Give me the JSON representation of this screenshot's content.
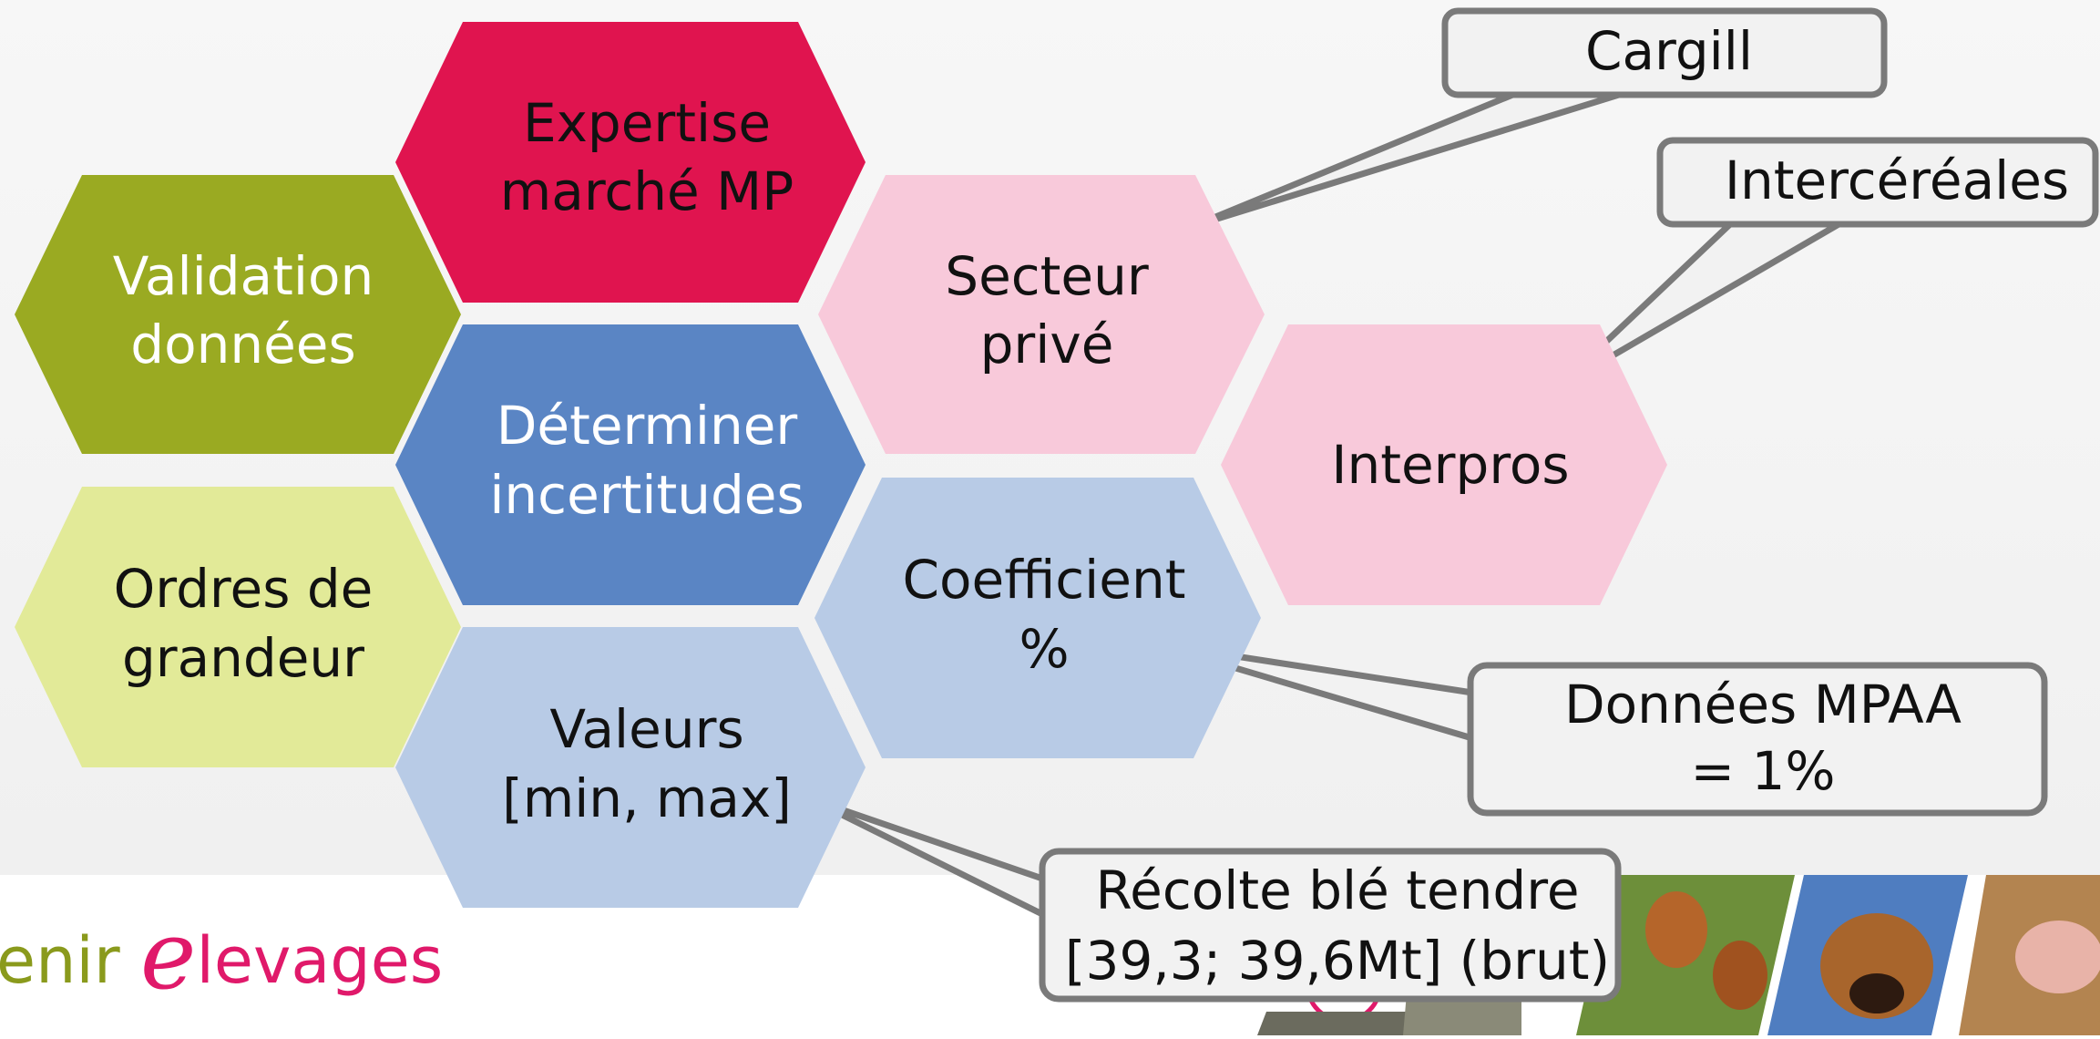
{
  "hexagons": {
    "expertise": {
      "line1": "Expertise",
      "line2": "marché MP",
      "color": "#e0144f",
      "text_color": "#111111"
    },
    "validation": {
      "line1": "Validation",
      "line2": "données",
      "color": "#9aaa22",
      "text_color": "#ffffff"
    },
    "determiner": {
      "line1": "Déterminer",
      "line2": "incertitudes",
      "color": "#5a85c4",
      "text_color": "#ffffff"
    },
    "ordres": {
      "line1": "Ordres de",
      "line2": "grandeur",
      "color": "#e2ea98",
      "text_color": "#111111"
    },
    "valeurs": {
      "line1": "Valeurs",
      "line2": "[min, max]",
      "color": "#b8cbe6",
      "text_color": "#111111"
    },
    "secteur": {
      "line1": "Secteur",
      "line2": "privé",
      "color": "#f8c9da",
      "text_color": "#111111"
    },
    "coefficient": {
      "line1": "Coefficient",
      "line2": "%",
      "color": "#b8cbe6",
      "text_color": "#111111"
    },
    "interpros": {
      "line1": "Interpros",
      "color": "#f8c9da",
      "text_color": "#111111"
    }
  },
  "callouts": {
    "cargill": {
      "line1": "Cargill"
    },
    "intercereales": {
      "line1": "Intercéréales"
    },
    "mpaa": {
      "line1": "Données MPAA",
      "line2": "= 1%"
    },
    "recolte": {
      "line1": "Récolte blé tendre",
      "line2": "[39,3; 39,6Mt] (brut)"
    }
  },
  "callout_style": {
    "fill": "#f2f2f2",
    "stroke": "#7a7a7a"
  },
  "logo": {
    "prefix": "enir ",
    "big_letter": "e",
    "suffix": "levages"
  }
}
